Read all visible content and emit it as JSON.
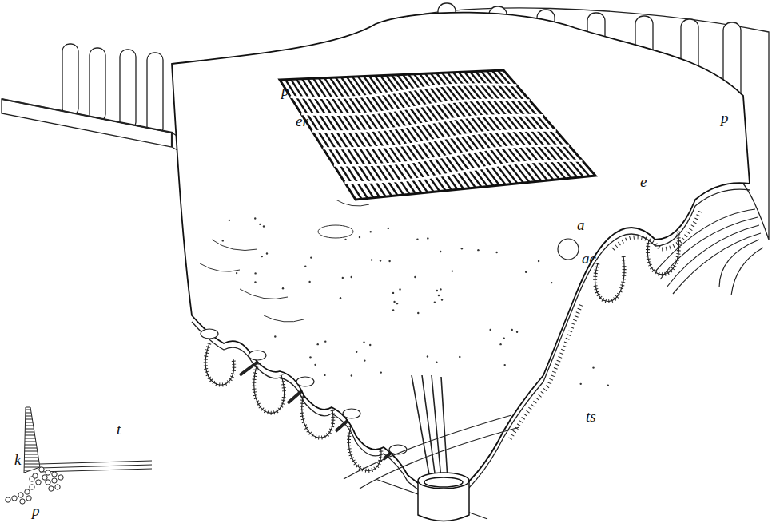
{
  "diagram": {
    "labels": [
      "p",
      "er",
      "p",
      "e",
      "a",
      "ac",
      "ts",
      "k",
      "t",
      "p"
    ]
  }
}
